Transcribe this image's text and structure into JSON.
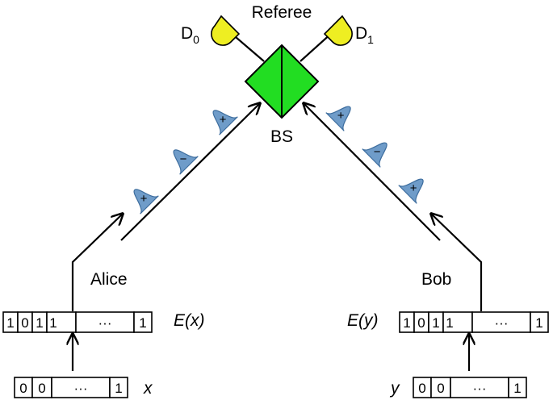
{
  "labels": {
    "referee": "Referee",
    "d0": "D",
    "d0_sub": "0",
    "d1": "D",
    "d1_sub": "1",
    "bs": "BS",
    "alice": "Alice",
    "bob": "Bob",
    "ex": "E(x)",
    "ey": "E(y)",
    "x": "x",
    "y": "y"
  },
  "encoded_register_cells": [
    "1",
    "0",
    "1",
    "1",
    "···",
    "1"
  ],
  "input_register_cells": [
    "0",
    "0",
    "···",
    "1"
  ],
  "alice_pulse_signs": [
    "+",
    "−",
    "+"
  ],
  "bob_pulse_signs": [
    "+",
    "−",
    "+"
  ],
  "colors": {
    "beam_splitter": "#22dd22",
    "detector": "#eeee22",
    "pulse": "#6f9cc9"
  }
}
